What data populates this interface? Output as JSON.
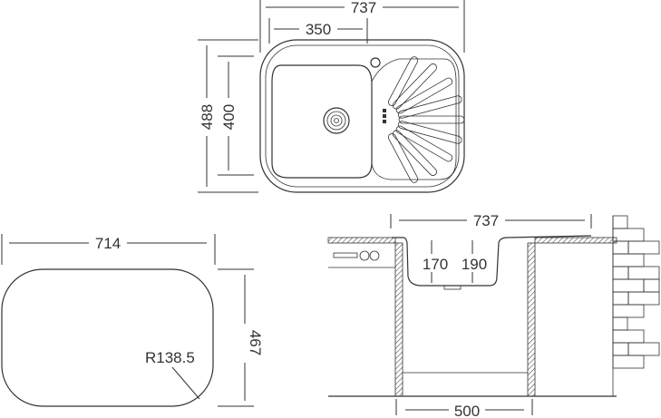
{
  "top_view": {
    "width_label": "737",
    "bowl_width_label": "350",
    "depth_label": "488",
    "bowl_depth_label": "400"
  },
  "cutout": {
    "width_label": "714",
    "depth_label": "467",
    "radius_label": "R138.5"
  },
  "side_view": {
    "width_label": "737",
    "depth_left_label": "170",
    "depth_right_label": "190",
    "cabinet_label": "500"
  },
  "colors": {
    "line": "#333333",
    "background": "#ffffff"
  }
}
